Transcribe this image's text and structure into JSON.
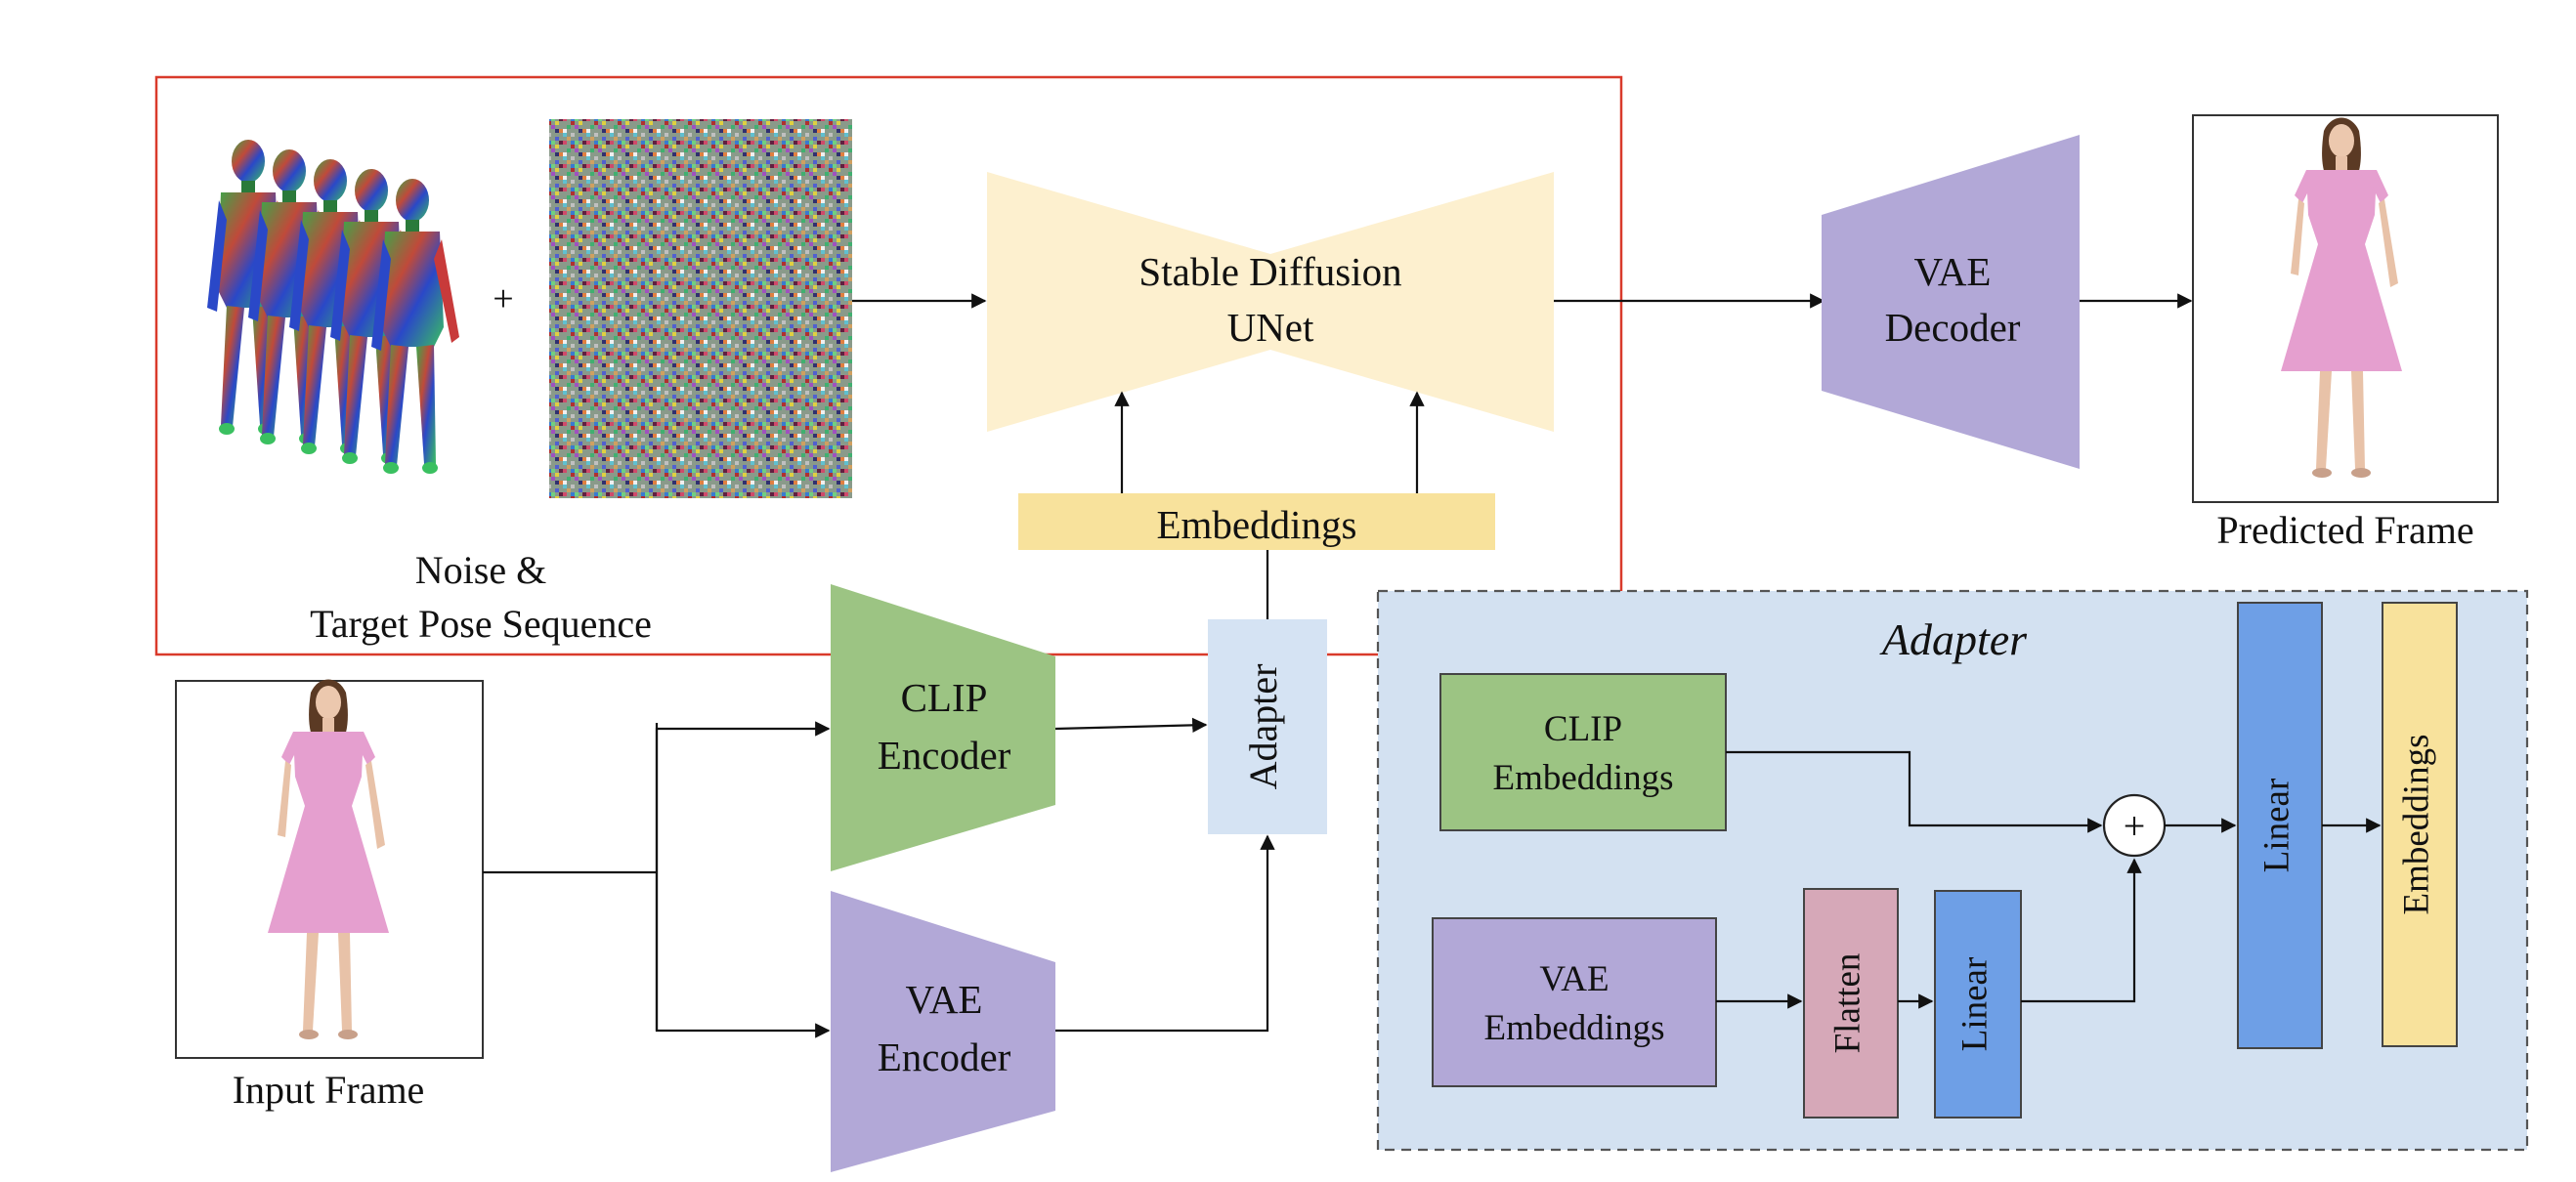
{
  "colors": {
    "unet": "#fdf0cf",
    "embeddings": "#f8e29c",
    "vae": "#b2a8d7",
    "clip": "#9cc483",
    "adapter_panel": "#d3e1f1",
    "adapter_block": "#d5e3f3",
    "flatten": "#d6a8b8",
    "linear": "#6e9fe6",
    "highlight_box": "#d93a2b",
    "arrow": "#111111"
  },
  "labels": {
    "unet_line1": "Stable Diffusion",
    "unet_line2": "UNet",
    "embeddings": "Embeddings",
    "plus": "+",
    "noise_line1": "Noise &",
    "noise_line2": "Target Pose Sequence",
    "vae_decoder_line1": "VAE",
    "vae_decoder_line2": "Decoder",
    "predicted_frame": "Predicted Frame",
    "input_frame": "Input Frame",
    "clip_encoder_line1": "CLIP",
    "clip_encoder_line2": "Encoder",
    "vae_encoder_line1": "VAE",
    "vae_encoder_line2": "Encoder",
    "adapter": "Adapter"
  },
  "adapter_panel": {
    "title": "Adapter",
    "clip_emb_line1": "CLIP",
    "clip_emb_line2": "Embeddings",
    "vae_emb_line1": "VAE",
    "vae_emb_line2": "Embeddings",
    "flatten": "Flatten",
    "linear_small": "Linear",
    "linear_big": "Linear",
    "embeddings_out": "Embeddings",
    "sum_symbol": "+"
  },
  "icons": {
    "pose_sequence": "3d-human-pose-figures",
    "noise_image": "random-noise-image",
    "person_photo": "woman-in-pink-dress-photo"
  }
}
